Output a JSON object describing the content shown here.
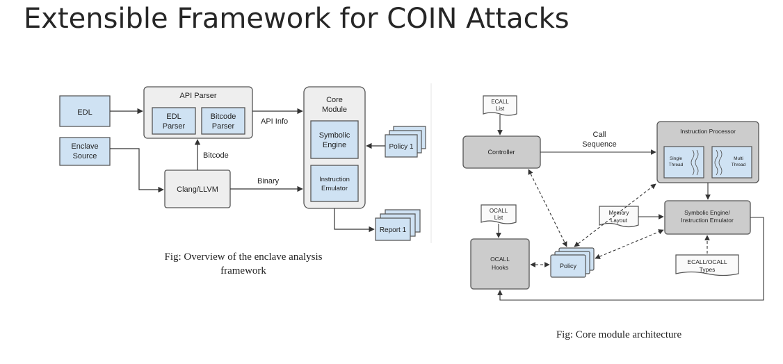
{
  "slide": {
    "title": "Extensible Framework for COIN Attacks"
  },
  "left": {
    "caption1": "Fig: Overview of the enclave analysis",
    "caption2": "framework",
    "nodes": {
      "edl": "EDL",
      "enclave1": "Enclave",
      "enclave2": "Source",
      "api_parser": "API Parser",
      "edl_parser1": "EDL",
      "edl_parser2": "Parser",
      "bitcode_parser1": "Bitcode",
      "bitcode_parser2": "Parser",
      "clang": "Clang/LLVM",
      "core1": "Core",
      "core2": "Module",
      "symbolic1": "Symbolic",
      "symbolic2": "Engine",
      "instr1": "Instruction",
      "instr2": "Emulator",
      "policy": "Policy 1",
      "report": "Report 1"
    },
    "edges": {
      "api_info": "API Info",
      "bitcode": "Bitcode",
      "binary": "Binary"
    }
  },
  "right": {
    "caption": "Fig: Core module architecture",
    "nodes": {
      "ecall_list1": "ECALL",
      "ecall_list2": "List",
      "controller": "Controller",
      "ip_title": "Instruction Processor",
      "single1": "Single",
      "single2": "Thread",
      "multi1": "Multi",
      "multi2": "Thread",
      "ocall_list1": "OCALL",
      "ocall_list2": "List",
      "memory1": "Memory",
      "memory2": "Layout",
      "sym1": "Symbolic Engine/",
      "sym2": "Instruction Emulator",
      "hooks1": "OCALL",
      "hooks2": "Hooks",
      "policy": "Policy",
      "types1": "ECALL/OCALL",
      "types2": "Types"
    },
    "edges": {
      "call1": "Call",
      "call2": "Sequence"
    }
  }
}
